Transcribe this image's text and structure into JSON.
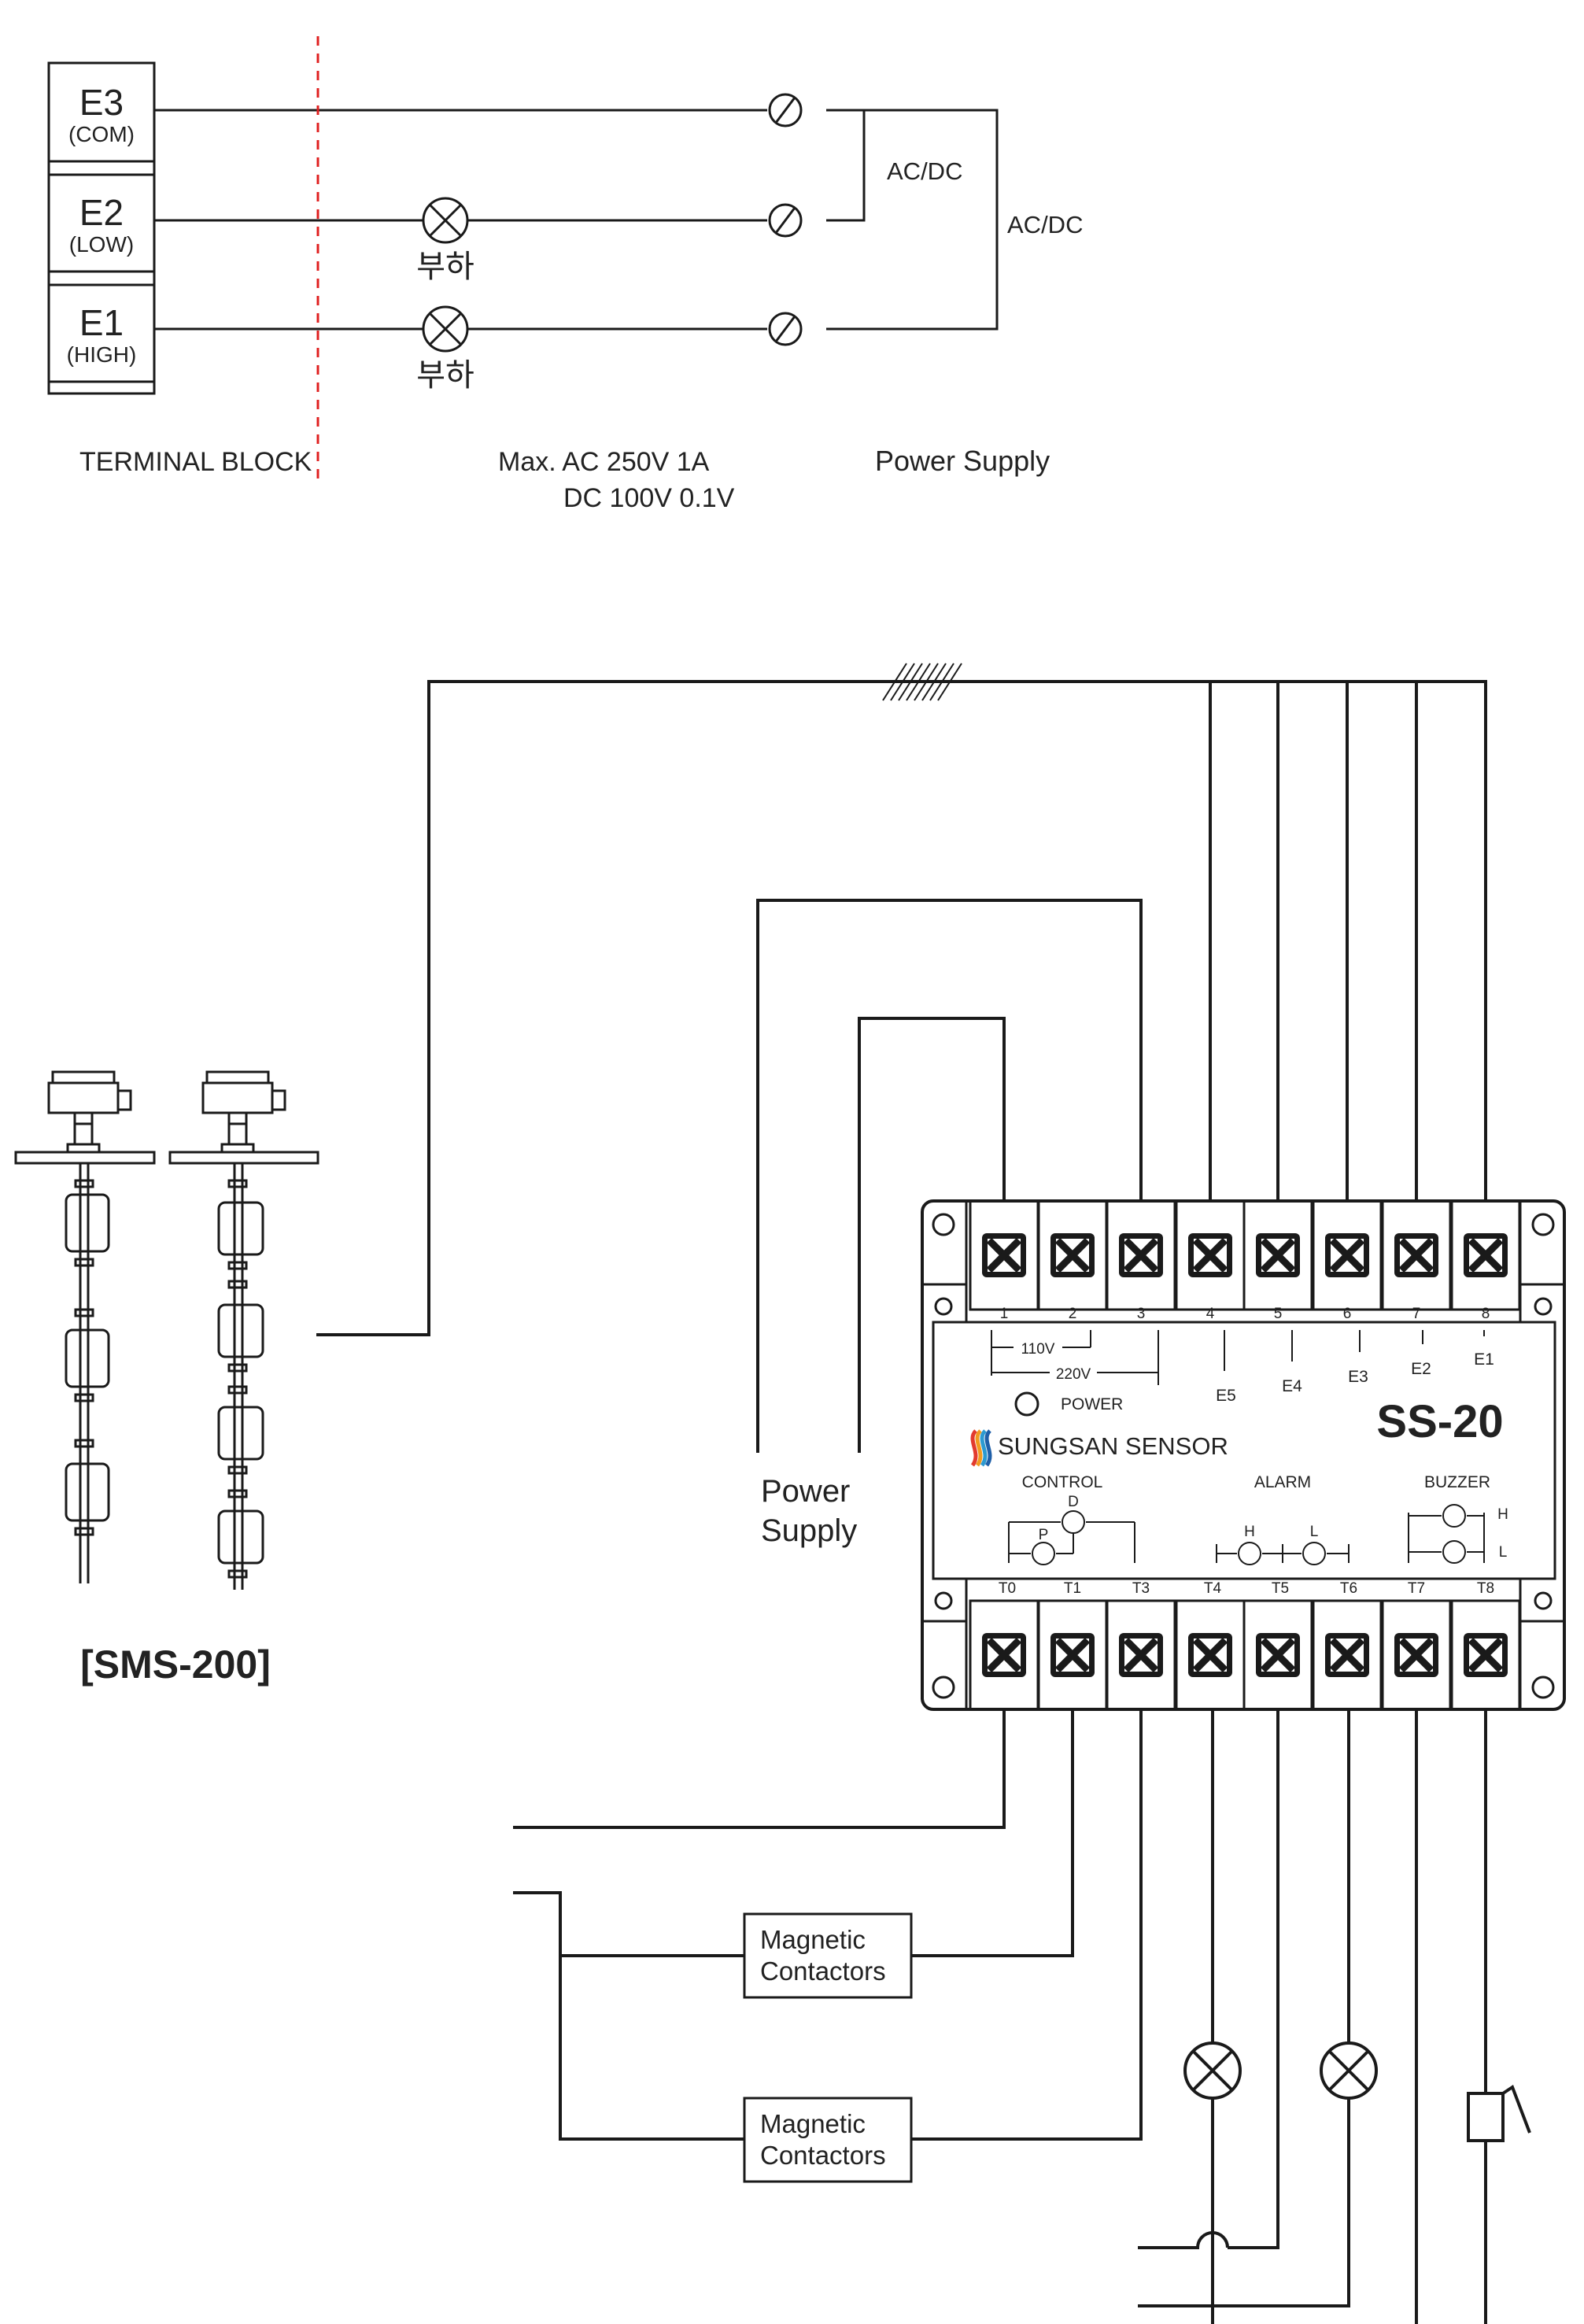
{
  "top": {
    "terminals": [
      {
        "name": "E3",
        "sub": "(COM)"
      },
      {
        "name": "E2",
        "sub": "(LOW)"
      },
      {
        "name": "E1",
        "sub": "(HIGH)"
      }
    ],
    "load_label": "부하",
    "acdc_inner": "AC/DC",
    "acdc_outer": "AC/DC",
    "terminal_block_label": "TERMINAL BLOCK",
    "rating_line1": "Max. AC 250V  1A",
    "rating_line2": "DC 100V  0.1V",
    "power_supply_label": "Power Supply"
  },
  "sensor": {
    "model": "[SMS-200]"
  },
  "bottom_left": {
    "power_supply_line1": "Power",
    "power_supply_line2": "Supply",
    "contactor1_line1": "Magnetic",
    "contactor1_line2": "Contactors",
    "contactor2_line1": "Magnetic",
    "contactor2_line2": "Contactors"
  },
  "controller": {
    "brand": "SUNGSAN SENSOR",
    "model": "SS-20",
    "top_numbers": [
      "1",
      "2",
      "3",
      "4",
      "5",
      "6",
      "7",
      "8"
    ],
    "electrodes": [
      "E5",
      "E4",
      "E3",
      "E2",
      "E1"
    ],
    "v110": "110V",
    "v220": "220V",
    "power": "POWER",
    "control": "CONTROL",
    "alarm": "ALARM",
    "buzzer": "BUZZER",
    "relay_d": "D",
    "relay_p": "P",
    "alarm_h": "H",
    "alarm_l": "L",
    "buzzer_h": "H",
    "buzzer_l": "L",
    "bottom_terms": [
      "T0",
      "T1",
      "T3",
      "T4",
      "T5",
      "T6",
      "T7",
      "T8"
    ]
  },
  "colors": {
    "line": "#1a1a1a",
    "divider": "#e02020",
    "logo": [
      "#e23b2e",
      "#f29a1f",
      "#2c9ad1",
      "#1f5fa8"
    ]
  }
}
